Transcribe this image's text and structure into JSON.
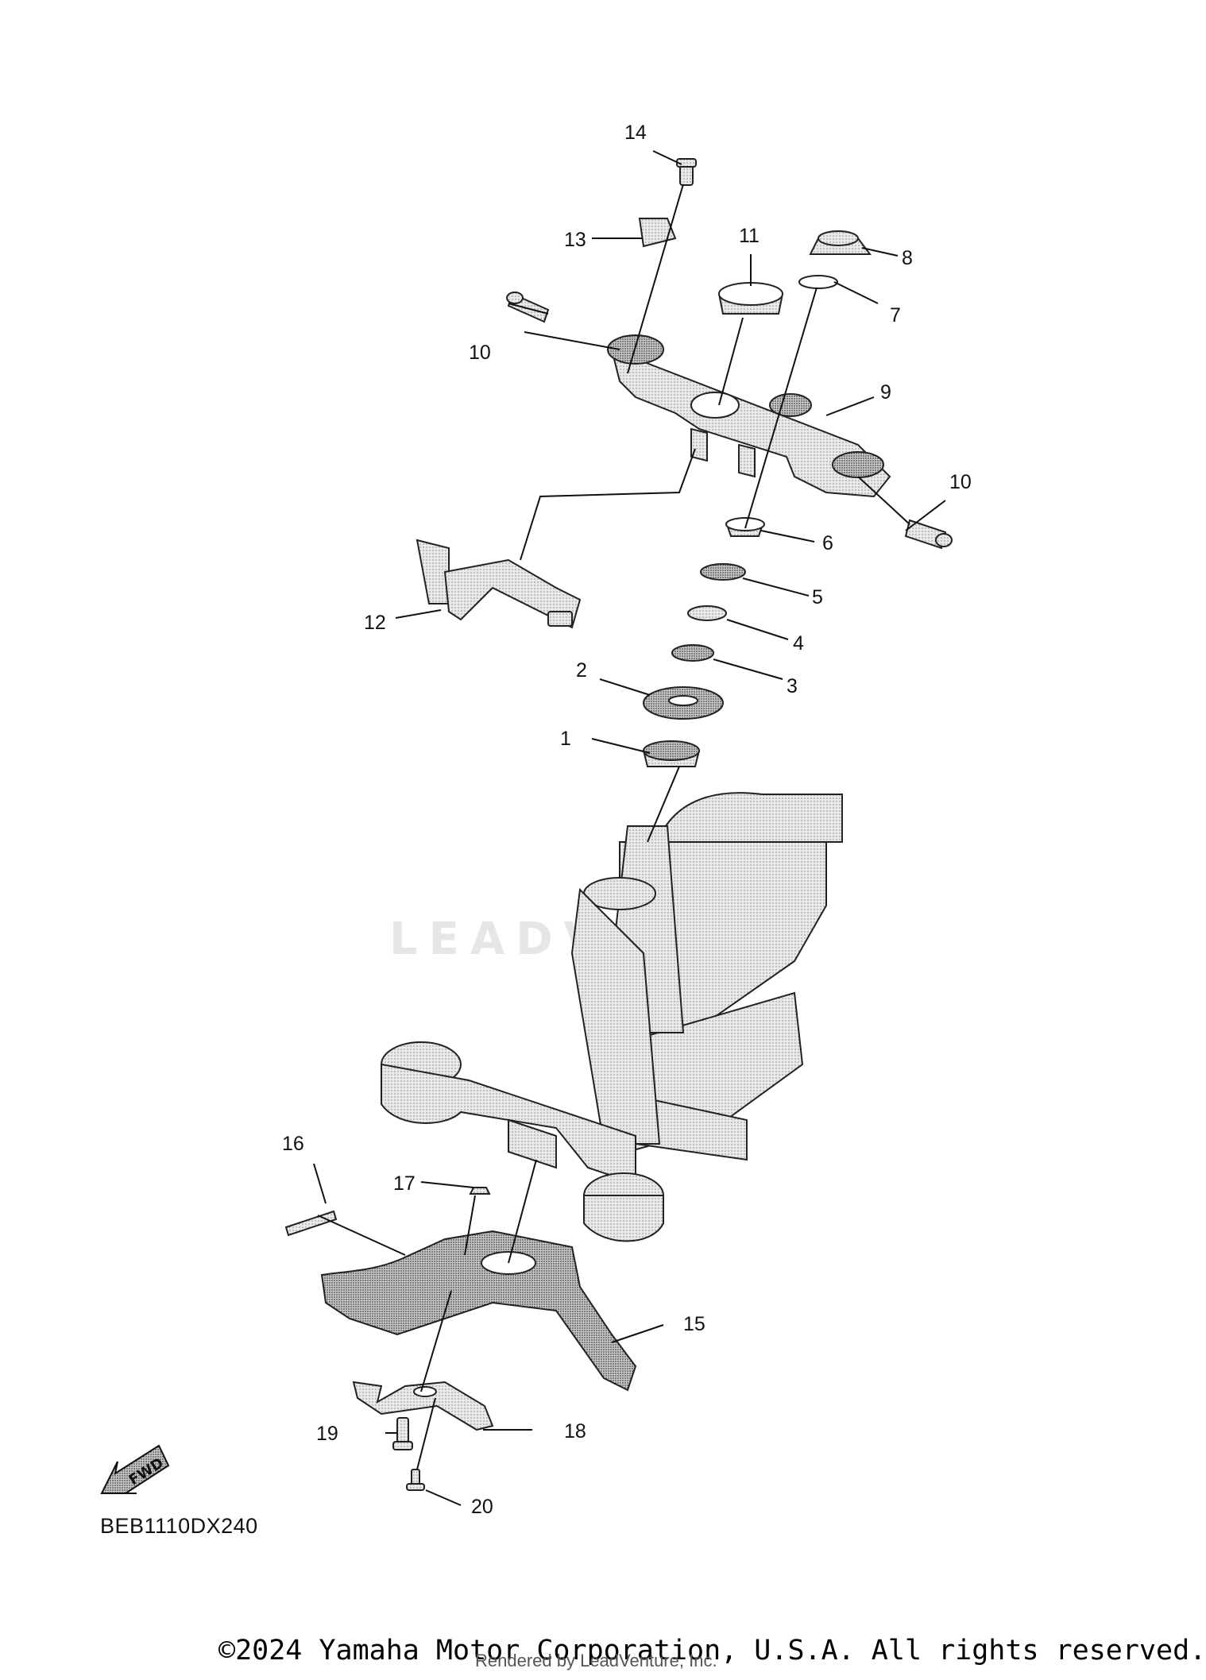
{
  "diagram": {
    "code": "BEB1110DX240",
    "fwd_label": "FWD",
    "watermark": "LEADV",
    "callouts": [
      "1",
      "2",
      "3",
      "4",
      "5",
      "6",
      "7",
      "8",
      "9",
      "10",
      "10",
      "11",
      "12",
      "13",
      "14",
      "15",
      "16",
      "17",
      "18",
      "19",
      "20"
    ]
  },
  "footer": {
    "copyright": "©2024 Yamaha Motor Corporation, U.S.A. All rights reserved.",
    "rendered_by": "Rendered by LeadVenture, Inc."
  },
  "colors": {
    "ink": "#111111",
    "part_fill": "#e4e4e4",
    "part_dark": "#9a9a9a"
  }
}
